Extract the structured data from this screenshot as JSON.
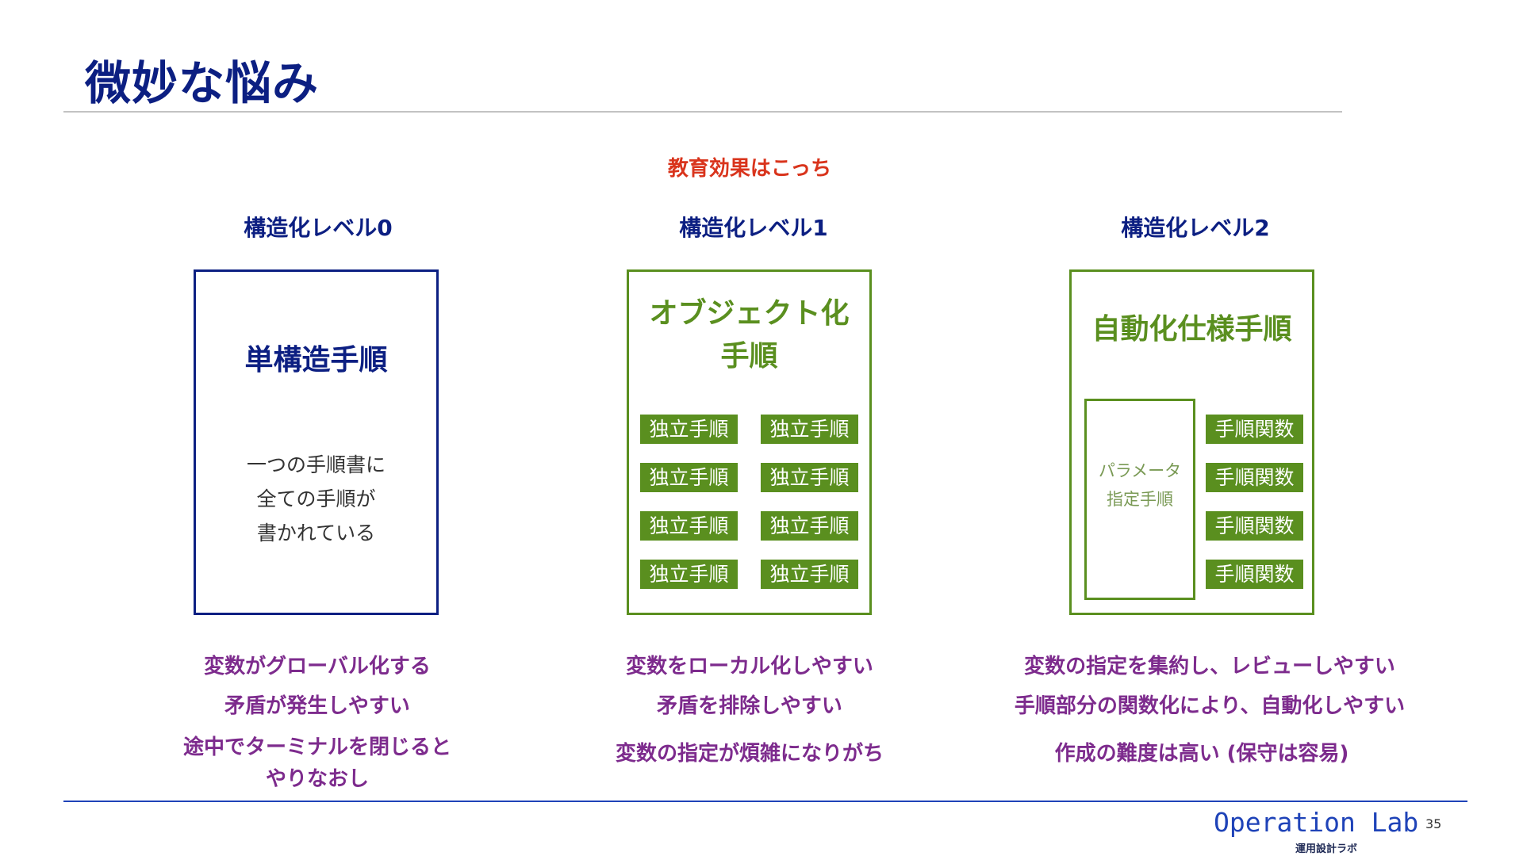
{
  "title": "微妙な悩み",
  "edu_label": "教育効果はこっち",
  "columns": [
    {
      "heading": "構造化レベル0",
      "box_title": "単構造手順",
      "description": [
        "一つの手順書に",
        "全ての手順が",
        "書かれている"
      ],
      "notes": [
        "変数がグローバル化する",
        "矛盾が発生しやすい",
        "途中でターミナルを閉じると",
        "やりなおし"
      ]
    },
    {
      "heading": "構造化レベル1",
      "box_title": [
        "オブジェクト化",
        "手順"
      ],
      "chips": [
        "独立手順",
        "独立手順",
        "独立手順",
        "独立手順",
        "独立手順",
        "独立手順",
        "独立手順",
        "独立手順"
      ],
      "notes": [
        "変数をローカル化しやすい",
        "矛盾を排除しやすい",
        "変数の指定が煩雑になりがち"
      ]
    },
    {
      "heading": "構造化レベル2",
      "box_title": "自動化仕様手順",
      "param_box": [
        "パラメータ",
        "指定手順"
      ],
      "chips": [
        "手順関数",
        "手順関数",
        "手順関数",
        "手順関数"
      ],
      "notes": [
        "変数の指定を集約し、レビューしやすい",
        "手順部分の関数化により、自動化しやすい",
        "作成の難度は高い (保守は容易)"
      ]
    }
  ],
  "footer": {
    "brand": "Operation Lab",
    "brand_sub": "運用設計ラボ",
    "page_number": "35"
  },
  "colors": {
    "navy": "#0c1f82",
    "green": "#5a8f1f",
    "red": "#d9341c",
    "purple": "#7d2b8d",
    "footer_blue": "#1f43b8"
  }
}
